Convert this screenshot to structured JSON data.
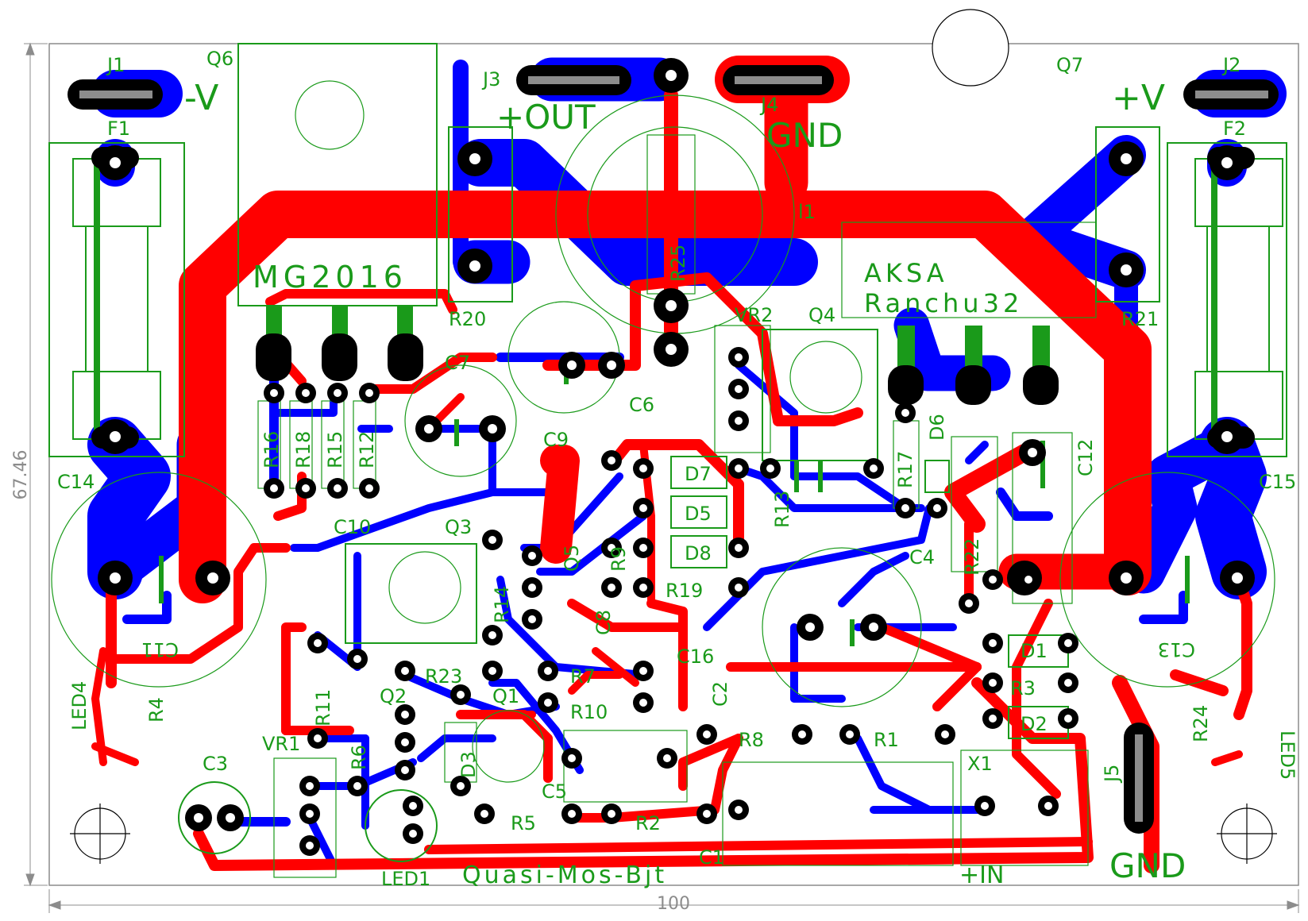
{
  "board": {
    "width_dim": "100",
    "height_dim": "67.46",
    "colors": {
      "top_copper": "#ff0000",
      "bottom_copper": "#0000ff",
      "silkscreen": "#1a9a1a",
      "pads": "#000000",
      "dimensions": "#8c8c8c"
    }
  },
  "text": {
    "minus_v": "-V",
    "plus_v": "+V",
    "plus_out": "+OUT",
    "gnd_top": "GND",
    "gnd_bottom": "GND",
    "plus_in": "+IN",
    "mg2016": "MG2016",
    "aksa": "AKSA",
    "ranchu": "Ranchu32",
    "quasi": "Quasi-Mos-Bjt"
  },
  "components": {
    "J1": "J1",
    "J2": "J2",
    "J3": "J3",
    "J4": "J4",
    "J5": "J5",
    "Q1": "Q1",
    "Q2": "Q2",
    "Q3": "Q3",
    "Q4": "Q4",
    "Q5": "Q5",
    "Q6": "Q6",
    "Q7": "Q7",
    "F1": "F1",
    "F2": "F2",
    "C1": "C1",
    "C2": "C2",
    "C3": "C3",
    "C4": "C4",
    "C5": "C5",
    "C6": "C6",
    "C7": "C7",
    "C8": "C8",
    "C9": "C9",
    "C10": "C10",
    "C11": "C11",
    "C12": "C12",
    "C13": "C13",
    "C14": "C14",
    "C15": "C15",
    "C16": "C16",
    "R1": "R1",
    "R2": "R2",
    "R3": "R3",
    "R4": "R4",
    "R5": "R5",
    "R6": "R6",
    "R7": "R7",
    "R8": "R8",
    "R9": "R9",
    "R10": "R10",
    "R11": "R11",
    "R12": "R12",
    "R13": "R13",
    "R14": "R14",
    "R15": "R15",
    "R16": "R16",
    "R17": "R17",
    "R18": "R18",
    "R19": "R19",
    "R20": "R20",
    "R21": "R21",
    "R22": "R22",
    "R23": "R23",
    "R24": "R24",
    "R25": "R25",
    "D1": "D1",
    "D2": "D2",
    "D3": "D3",
    "D5": "D5",
    "D6": "D6",
    "D7": "D7",
    "D8": "D8",
    "VR1": "VR1",
    "VR2": "VR2",
    "X1": "X1",
    "L1": "l1",
    "LED1": "LED1",
    "LED4": "LED4",
    "LED5": "LED5"
  }
}
